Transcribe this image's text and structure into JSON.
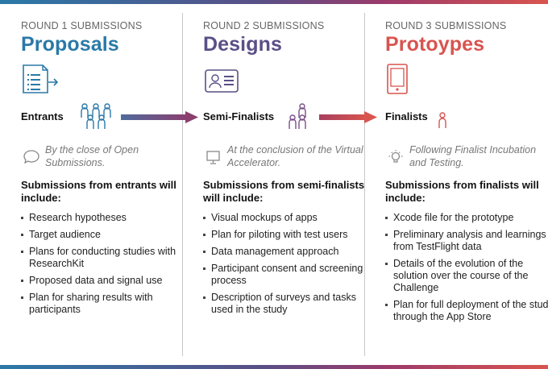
{
  "colors": {
    "round1": "#2a79a8",
    "round2": "#5a4f86",
    "round3": "#d9544f"
  },
  "rounds": [
    {
      "round_label": "ROUND 1 SUBMISSIONS",
      "stage_title": "Proposals",
      "stage_icon": "document-list-icon",
      "tier_label": "Entrants",
      "tier_icon": "people-group-large-icon",
      "note_icon": "speech-bubble-icon",
      "note": "By the close of Open Submissions.",
      "includes_heading": "Submissions from entrants will include:",
      "items": [
        "Research hypotheses",
        "Target audience",
        "Plans for conducting studies with ResearchKit",
        "Proposed data and signal use",
        "Plan for sharing results with participants"
      ]
    },
    {
      "round_label": "ROUND 2 SUBMISSIONS",
      "stage_title": "Designs",
      "stage_icon": "id-card-icon",
      "tier_label": "Semi-Finalists",
      "tier_icon": "people-group-small-icon",
      "note_icon": "monitor-icon",
      "note": "At the conclusion of the Virtual Accelerator.",
      "includes_heading": "Submissions from semi-finalists will include:",
      "items": [
        "Visual mockups of apps",
        "Plan for piloting with test users",
        "Data management approach",
        "Participant consent and screening process",
        "Description of surveys and tasks used in the study"
      ]
    },
    {
      "round_label": "ROUND 3 SUBMISSIONS",
      "stage_title": "Protoypes",
      "stage_icon": "tablet-icon",
      "tier_label": "Finalists",
      "tier_icon": "person-icon",
      "note_icon": "lightbulb-icon",
      "note": "Following Finalist Incubation and Testing.",
      "includes_heading": "Submissions from finalists will include:",
      "items": [
        "Xcode file for the prototype",
        "Preliminary analysis and learnings from TestFlight data",
        "Details of the evolution of the solution over the course of the Challenge",
        "Plan for full deployment of the study through the App Store"
      ]
    }
  ]
}
